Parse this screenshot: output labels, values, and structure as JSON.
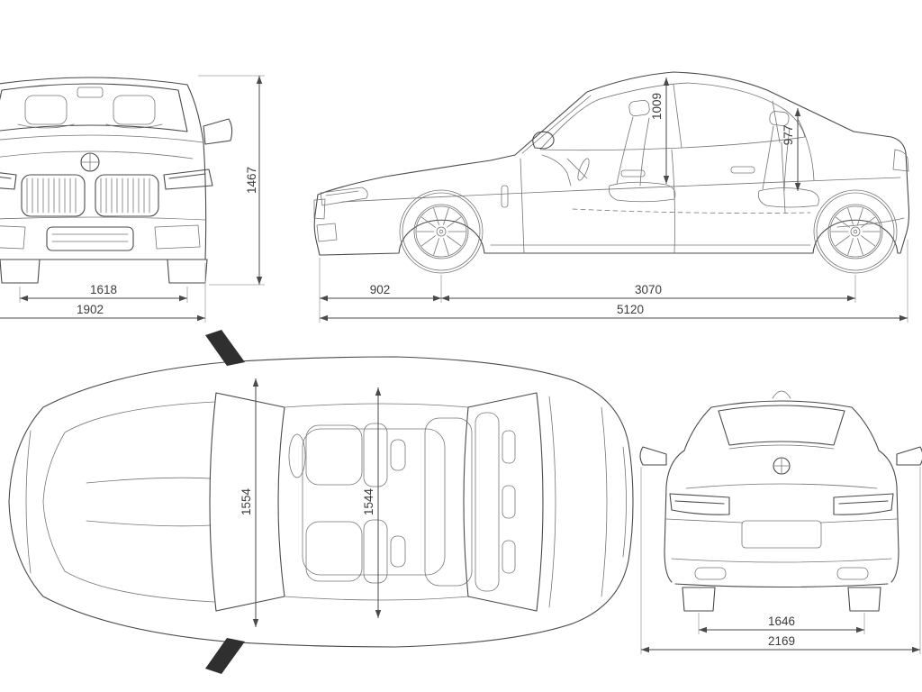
{
  "colors": {
    "line": "#4a4a4a",
    "detail_line": "#757575",
    "extension_line": "#a3a3a3",
    "text": "#3c3c3c",
    "mirror_fill": "#2f2f2f",
    "background": "#ffffff"
  },
  "views": {
    "front": {
      "name": "front-view",
      "dims": {
        "overall_height": "1467",
        "front_track": "1618",
        "overall_width": "1902"
      }
    },
    "side": {
      "name": "side-view",
      "dims": {
        "front_headroom": "1009",
        "rear_headroom": "977",
        "front_overhang": "902",
        "wheelbase": "3070",
        "overall_length": "5120"
      }
    },
    "top": {
      "name": "top-view",
      "dims": {
        "front_interior_width": "1554",
        "rear_interior_width": "1544"
      }
    },
    "rear": {
      "name": "rear-view",
      "dims": {
        "rear_track": "1646",
        "width_with_mirrors": "2169"
      }
    }
  }
}
